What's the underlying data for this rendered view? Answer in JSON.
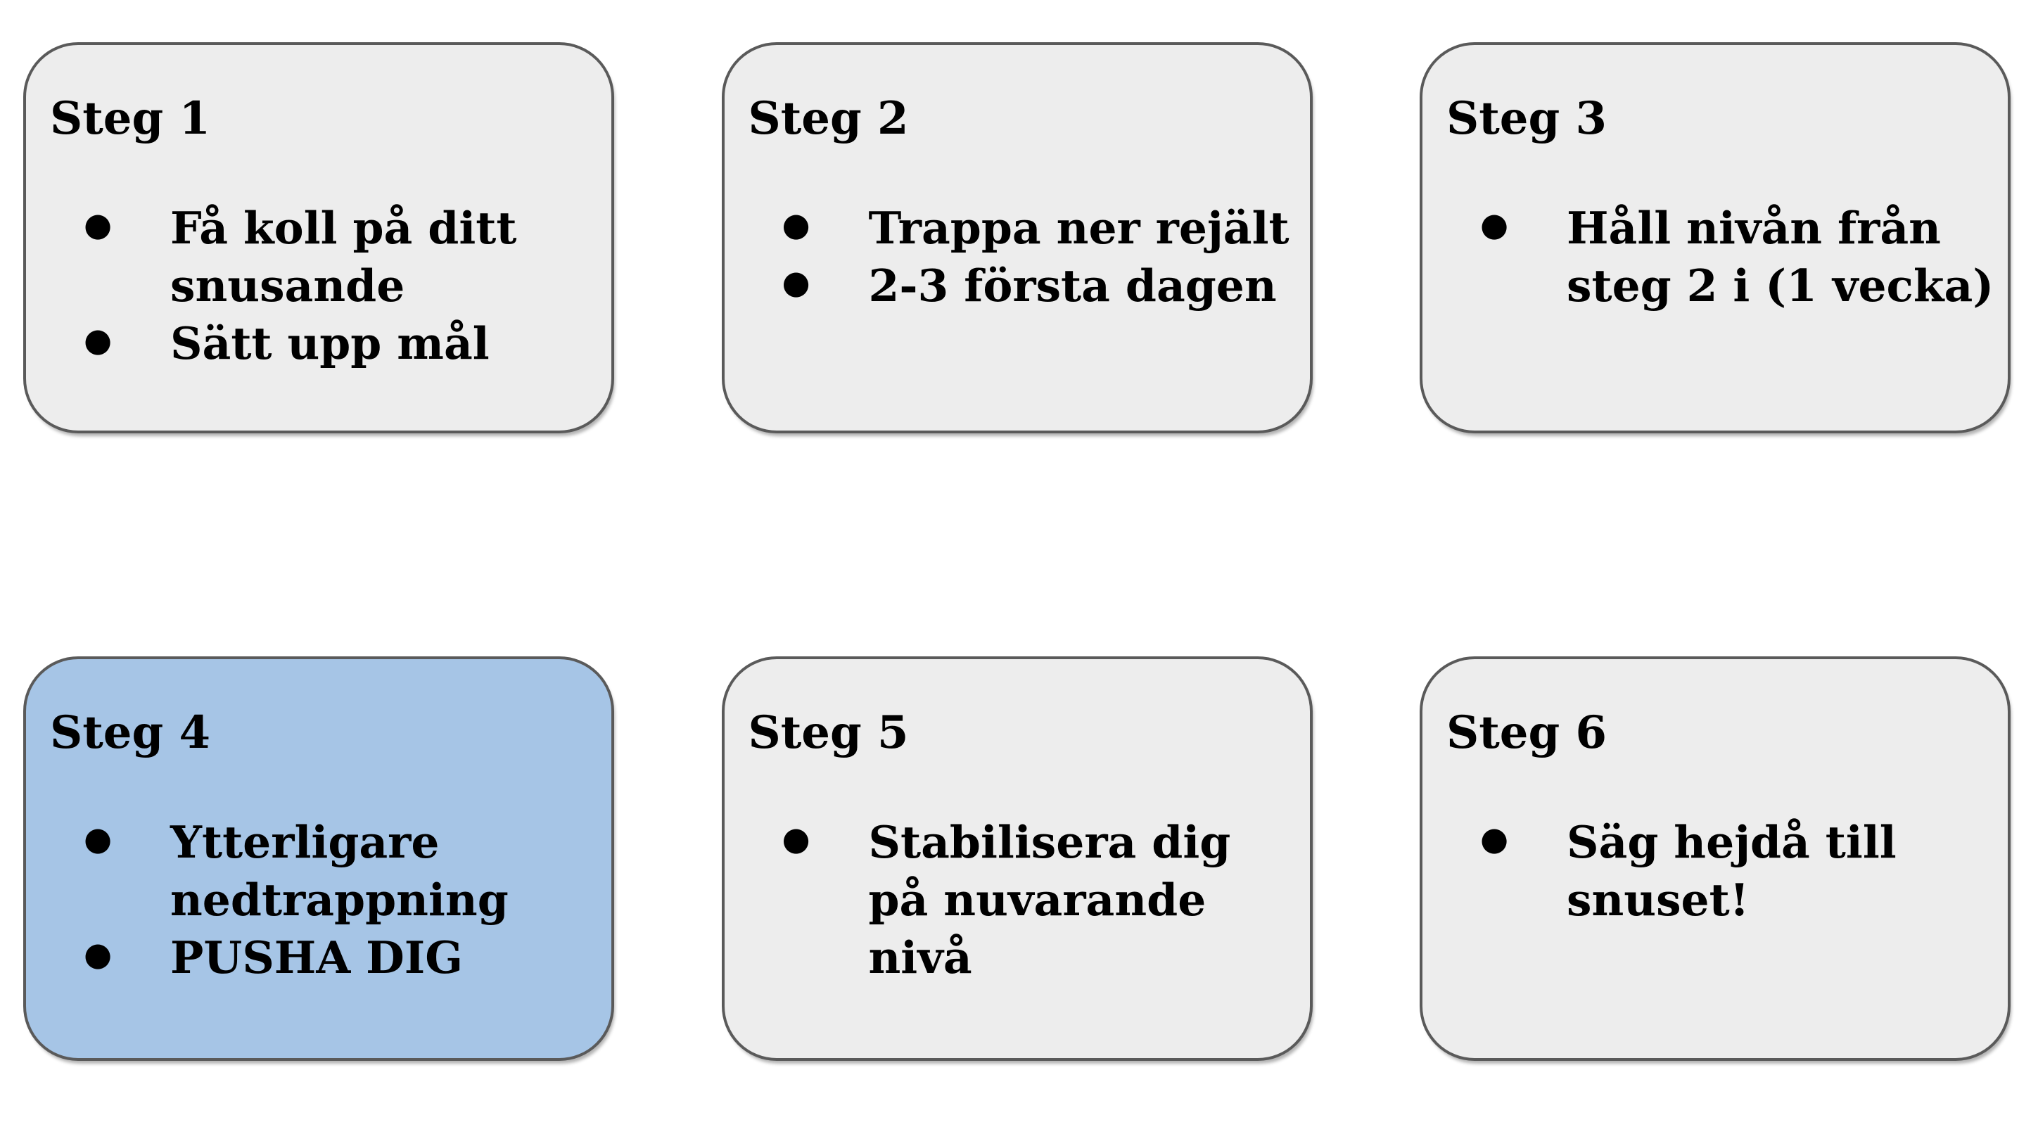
{
  "slide": {
    "bullet_glyph": "●",
    "colors": {
      "page_bg": "#ffffff",
      "card_bg": "#ededed",
      "card_border": "#5a5a5a",
      "highlight_bg": "#a6c5e6",
      "text": "#000000"
    },
    "cards": [
      {
        "id": "steg-1",
        "title": "Steg 1",
        "highlighted": false,
        "bullets": [
          {
            "lines": [
              "Få koll på ditt",
              "snusande"
            ]
          },
          {
            "lines": [
              "Sätt upp mål"
            ]
          }
        ]
      },
      {
        "id": "steg-2",
        "title": "Steg 2",
        "highlighted": false,
        "bullets": [
          {
            "lines": [
              "Trappa ner rejält"
            ]
          },
          {
            "lines": [
              "2-3 första dagen"
            ]
          }
        ]
      },
      {
        "id": "steg-3",
        "title": "Steg 3",
        "highlighted": false,
        "bullets": [
          {
            "lines": [
              "Håll nivån från",
              "steg 2 i (1 vecka)"
            ]
          }
        ]
      },
      {
        "id": "steg-4",
        "title": "Steg 4",
        "highlighted": true,
        "bullets": [
          {
            "lines": [
              "Ytterligare",
              "nedtrappning"
            ]
          },
          {
            "lines": [
              "PUSHA DIG"
            ]
          }
        ]
      },
      {
        "id": "steg-5",
        "title": "Steg 5",
        "highlighted": false,
        "bullets": [
          {
            "lines": [
              "Stabilisera dig",
              "på nuvarande",
              "nivå"
            ]
          }
        ]
      },
      {
        "id": "steg-6",
        "title": "Steg 6",
        "highlighted": false,
        "bullets": [
          {
            "lines": [
              "Säg hejdå till",
              "snuset!"
            ]
          }
        ]
      }
    ]
  }
}
